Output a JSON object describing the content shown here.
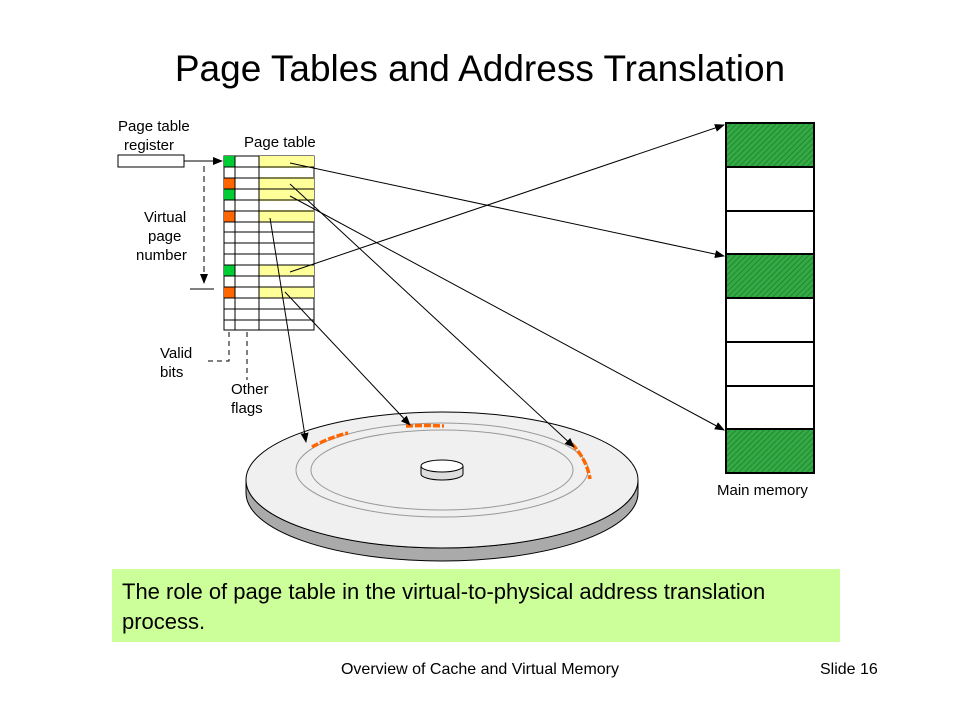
{
  "slide": {
    "title": "Page Tables and Address Translation",
    "caption": "The role of page table in the virtual-to-physical address translation process.",
    "footer_center": "Overview of Cache and Virtual Memory",
    "footer_right": "Slide 16"
  },
  "diagram": {
    "labels": {
      "ptr_line1": "Page table",
      "ptr_line2": "register",
      "page_table": "Page table",
      "vpn_line1": "Virtual",
      "vpn_line2": "page",
      "vpn_line3": "number",
      "valid_line1": "Valid",
      "valid_line2": "bits",
      "other_line1": "Other",
      "other_line2": "flags",
      "main_memory": "Main memory"
    },
    "colors": {
      "valid_green": "#00cc33",
      "invalid_orange": "#ff6600",
      "entry_highlight": "#ffff99",
      "memory_used": "#33aa44",
      "disk_track": "#ff6600",
      "caption_bg": "#ccff99"
    }
  }
}
